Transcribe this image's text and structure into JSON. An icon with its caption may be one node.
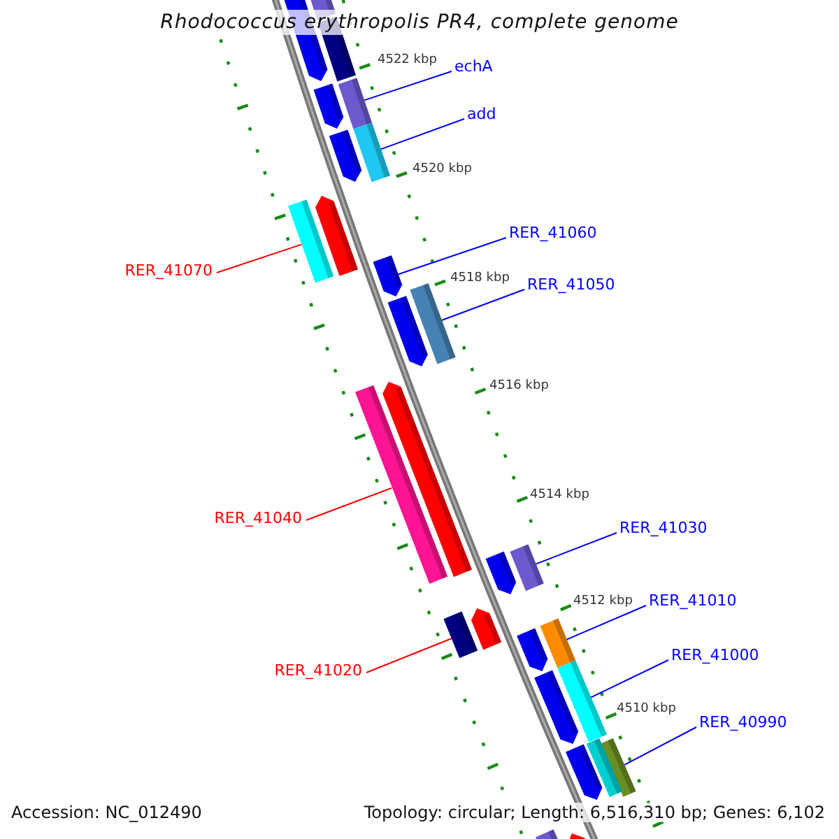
{
  "diagram": {
    "title": "Rhodococcus erythropolis PR4, complete genome",
    "nodes": [
      {
        "text": [
          "echA"
        ]
      },
      {
        "text": [
          "add"
        ]
      },
      {
        "text": [
          "RER_41060"
        ]
      },
      {
        "text": [
          "RER_41050"
        ]
      },
      {
        "text": [
          "RER_41070"
        ]
      },
      {
        "text": [
          "RER_41040"
        ]
      },
      {
        "text": [
          "RER_41030"
        ]
      },
      {
        "text": [
          "RER_41020"
        ]
      },
      {
        "text": [
          "RER_41010"
        ]
      },
      {
        "text": [
          "RER_41000"
        ]
      },
      {
        "text": [
          "RER_40990"
        ]
      },
      {
        "text": [],
        "shape": "bar"
      },
      {
        "text": [],
        "shape": "bar"
      },
      {
        "text": [],
        "shape": "bar"
      },
      {
        "text": [],
        "shape": "bar"
      },
      {
        "text": [],
        "shape": "bar"
      },
      {
        "text": [],
        "shape": "bar"
      },
      {
        "text": [],
        "shape": "bar"
      },
      {
        "text": [],
        "shape": "bar"
      },
      {
        "text": [],
        "shape": "bar"
      },
      {
        "text": [],
        "shape": "bar"
      },
      {
        "text": [],
        "shape": "bar"
      },
      {
        "text": [],
        "shape": "bar"
      },
      {
        "text": [],
        "shape": "bar"
      },
      {
        "text": [],
        "shape": "bar"
      },
      {
        "text": [],
        "shape": "bar"
      },
      {
        "text": [],
        "shape": "bar"
      },
      {
        "text": [],
        "shape": "bar"
      },
      {
        "text": [],
        "shape": "bar"
      },
      {
        "text": [],
        "shape": "bar"
      },
      {
        "text": [],
        "shape": "bar"
      },
      {
        "text": [],
        "shape": "bar"
      },
      {
        "text": [],
        "shape": "bar"
      },
      {
        "text": [],
        "shape": "bar"
      },
      {
        "text": [],
        "shape": "bar"
      },
      {
        "text": [],
        "shape": "bar"
      },
      {
        "text": [],
        "shape": "bar"
      },
      {
        "text": [],
        "shape": "bar"
      }
    ],
    "edges": [
      {
        "from": 0,
        "to": 11,
        "arrow": "none"
      },
      {
        "from": 1,
        "to": 12,
        "arrow": "none"
      },
      {
        "from": 2,
        "to": 13,
        "arrow": "none"
      },
      {
        "from": 3,
        "to": 14,
        "arrow": "none"
      },
      {
        "from": 4,
        "to": 15,
        "arrow": "none",
        "color": "#ff0000"
      },
      {
        "from": 5,
        "to": 16,
        "arrow": "none",
        "color": "#ff0000"
      },
      {
        "from": 6,
        "to": 17,
        "arrow": "none"
      },
      {
        "from": 7,
        "to": 18,
        "arrow": "none",
        "color": "#ff0000"
      },
      {
        "from": 8,
        "to": 19,
        "arrow": "none"
      },
      {
        "from": 9,
        "to": 20,
        "arrow": "none"
      },
      {
        "from": 10,
        "to": 21,
        "arrow": "none"
      }
    ],
    "labels": [
      "4522 kbp",
      "4520 kbp",
      "4518 kbp",
      "4516 kbp",
      "4514 kbp",
      "4512 kbp",
      "4510 kbp",
      "Accession: NC_012490",
      "Topology: circular; Length: 6,516,310 bp; Genes: 6,102"
    ]
  }
}
